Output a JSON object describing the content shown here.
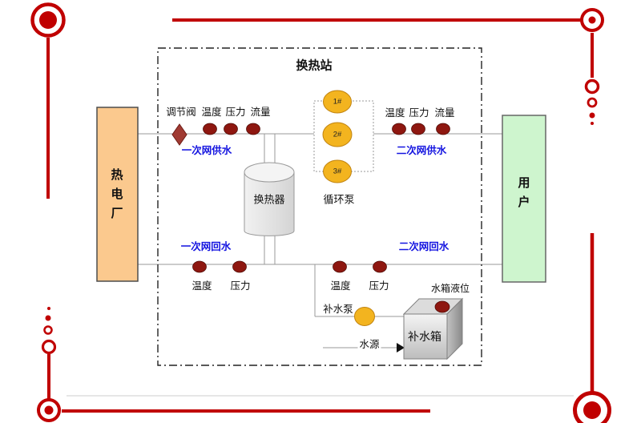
{
  "title": "换热站",
  "plant": {
    "label": "热电厂",
    "fill": "#FBC98E"
  },
  "user": {
    "label": "用户",
    "fill": "#CEF5CE"
  },
  "heat_exchanger": {
    "label": "换热器"
  },
  "circulation_pumps": {
    "label": "循环泵",
    "units": [
      "1#",
      "2#",
      "3#"
    ],
    "color": "#F3B41F"
  },
  "lines": {
    "primary_supply": "一次网供水",
    "primary_return": "一次网回水",
    "secondary_supply": "二次网供水",
    "secondary_return": "二次网回水",
    "label_color": "#1414E0"
  },
  "instruments": {
    "supply_left": [
      "调节阀",
      "温度",
      "压力",
      "流量"
    ],
    "supply_right": [
      "温度",
      "压力",
      "流量"
    ],
    "return_left": [
      "温度",
      "压力"
    ],
    "return_mid": [
      "温度",
      "压力"
    ],
    "sensor_color": "#8E1710",
    "valve_color": "#A03A32"
  },
  "makeup": {
    "pump_label": "补水泵",
    "tank_label": "补水箱",
    "level_label": "水箱液位",
    "source_label": "水源"
  },
  "frame_color": "#C00000"
}
